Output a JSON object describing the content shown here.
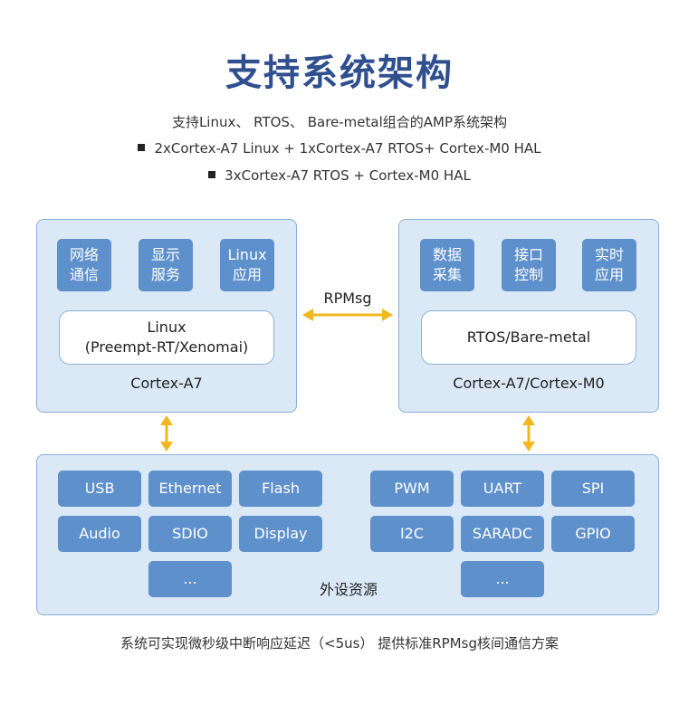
{
  "title": "支持系统架构",
  "subtitle": "支持Linux、 RTOS、 Bare-metal组合的AMP系统架构",
  "bullets": [
    "2xCortex-A7 Linux + 1xCortex-A7 RTOS+ Cortex-M0 HAL",
    "3xCortex-A7 RTOS + Cortex-M0 HAL"
  ],
  "left_core": {
    "services": [
      "网络\n通信",
      "显示\n服务",
      "Linux\n应用"
    ],
    "os": "Linux\n(Preempt-RT/Xenomai)",
    "label": "Cortex-A7"
  },
  "right_core": {
    "services": [
      "数据\n采集",
      "接口\n控制",
      "实时\n应用"
    ],
    "os": "RTOS/Bare-metal",
    "label": "Cortex-A7/Cortex-M0"
  },
  "link_label": "RPMsg",
  "peripherals": {
    "left": [
      "USB",
      "Ethernet",
      "Flash",
      "Audio",
      "SDIO",
      "Display",
      "..."
    ],
    "right": [
      "PWM",
      "UART",
      "SPI",
      "I2C",
      "SARADC",
      "GPIO",
      "..."
    ],
    "label": "外设资源"
  },
  "footer": "系统可实现微秒级中断响应延迟（<5us） 提供标准RPMsg核间通信方案",
  "colors": {
    "title": "#2f4f8e",
    "panel": "#dbe9f6",
    "tile": "#5e90cb",
    "arrow": "#f0b81e"
  }
}
